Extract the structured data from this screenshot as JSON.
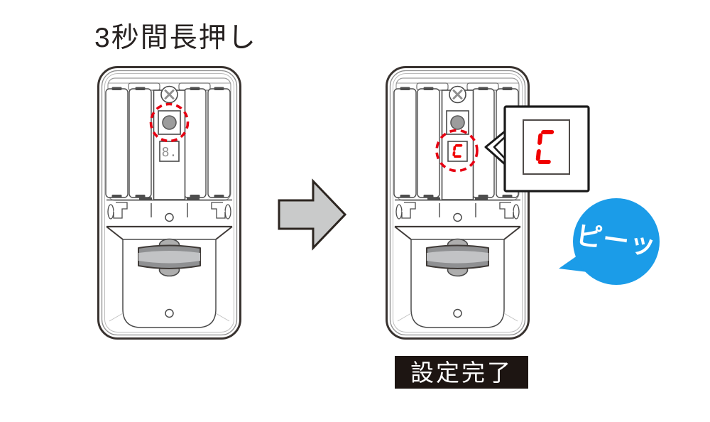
{
  "step_instruction": "3秒間長押し",
  "devices": {
    "before": {
      "display_value": "8."
    },
    "after": {
      "display_value": "C"
    }
  },
  "callout": {
    "display_value": "C"
  },
  "sound_effect": "ピーッ",
  "status_label": "設定完了",
  "colors": {
    "highlight_red": "#e60012",
    "segment_red": "#f00000",
    "bubble_blue": "#1b9ce8",
    "arrow_gray": "#c9caca",
    "label_black": "#1d1512",
    "line_dark": "#38322f"
  }
}
